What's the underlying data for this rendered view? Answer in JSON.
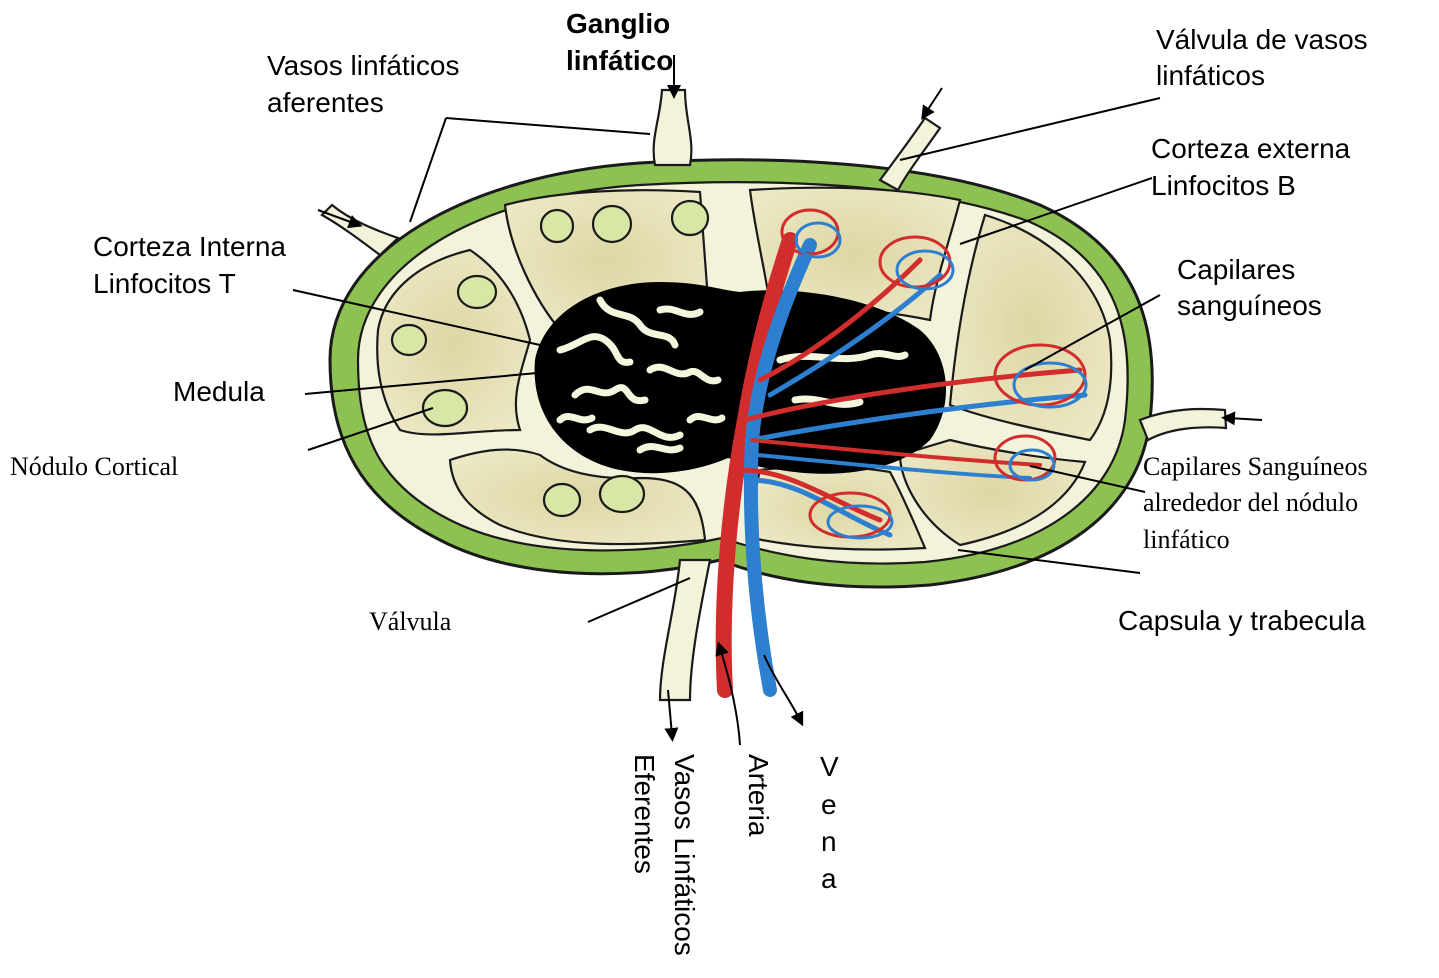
{
  "title": [
    "Ganglio",
    "linfático"
  ],
  "labels": {
    "afferent": [
      "Vasos linfáticos",
      "aferentes"
    ],
    "valve_vessels": [
      "Válvula de  vasos",
      "linfáticos"
    ],
    "outer_cortex": [
      "Corteza externa",
      "Linfocitos  B"
    ],
    "inner_cortex": [
      "Corteza Interna",
      "Linfocitos T"
    ],
    "capillaries": [
      "Capilares",
      "sanguíneos"
    ],
    "medulla": "Medula",
    "cortical_nodule": "Nódulo  Cortical",
    "capillaries_nodule": [
      "Capilares Sanguíneos",
      "alrededor  del nódulo",
      "linfático"
    ],
    "valve": "Válvula",
    "capsule": "Capsula y trabecula",
    "efferent": [
      "Vasos Linfáticos",
      "Eferentes"
    ],
    "artery": "Arteria",
    "vein": [
      "V",
      "e",
      "n",
      "a"
    ]
  },
  "colors": {
    "capsule": "#8dc152",
    "cortex": "#e8e3b7",
    "inner": "#d9d3a3",
    "sinus": "#f5f6de",
    "medulla": "#000000",
    "artery": "#d22d2d",
    "vein": "#2d7fd0"
  }
}
